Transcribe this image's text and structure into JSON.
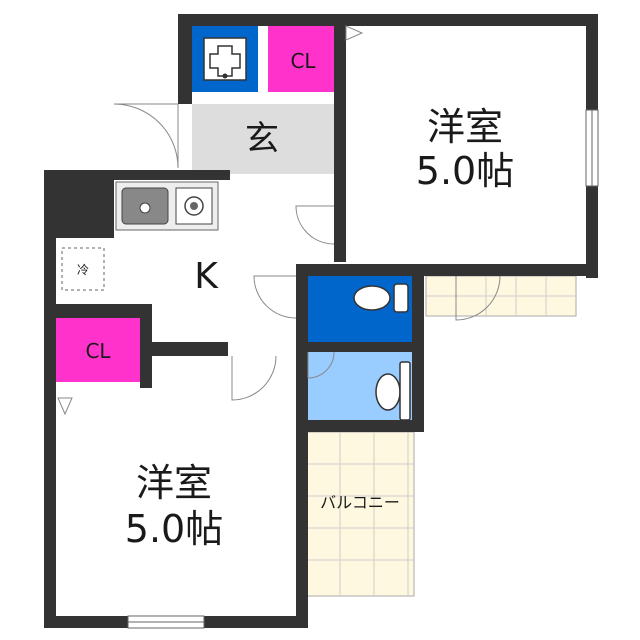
{
  "rooms": {
    "western_top": {
      "name": "洋室",
      "size": "5.0帖"
    },
    "western_bottom": {
      "name": "洋室",
      "size": "5.0帖"
    },
    "entrance": {
      "name": "玄"
    },
    "kitchen": {
      "name": "K"
    },
    "closet_top": {
      "name": "CL"
    },
    "closet_left": {
      "name": "CL"
    },
    "fridge": {
      "name": "冷"
    },
    "balcony": {
      "name": "バルコニー"
    }
  },
  "colors": {
    "wall": "#333333",
    "closet": "#ff33cc",
    "toilet": "#0066cc",
    "bath": "#99ccff",
    "entrance_floor": "#dddddd",
    "balcony_floor": "#fff8e0",
    "shoe_box": "#0066cc"
  }
}
